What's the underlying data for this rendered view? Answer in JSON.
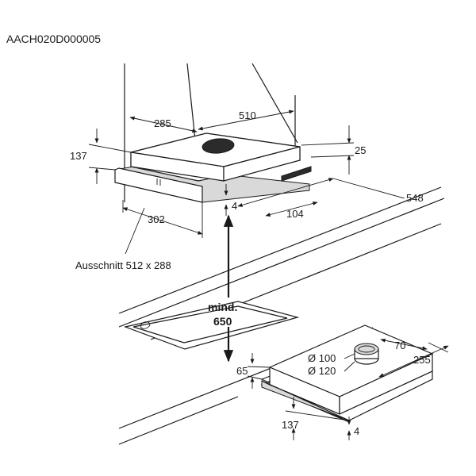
{
  "doc_code": "AACH020D000005",
  "cutout_label": "Ausschnitt 512 x 288",
  "min_distance": {
    "line1": "mind.",
    "line2": "650"
  },
  "top_view": {
    "dim_285": "285",
    "dim_510": "510",
    "dim_137": "137",
    "dim_25": "25",
    "dim_548": "548",
    "dim_104": "104",
    "dim_302": "302",
    "dim_4": "4"
  },
  "bottom_view": {
    "dim_70": "70",
    "dim_d100": "Ø 100",
    "dim_d120": "Ø 120",
    "dim_255": "255",
    "dim_65": "65",
    "dim_137": "137",
    "dim_4": "4"
  }
}
